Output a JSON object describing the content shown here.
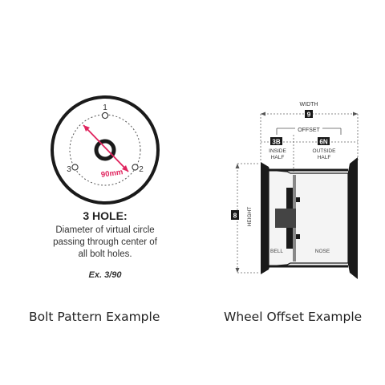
{
  "bolt_pattern": {
    "holes": [
      "1",
      "2",
      "3"
    ],
    "measurement": "90mm",
    "heading": "3 HOLE:",
    "description_lines": [
      "Diameter of virtual circle",
      "passing through center of",
      "all bolt holes."
    ],
    "example": "Ex. 3/90",
    "caption": "Bolt Pattern Example",
    "accent_color": "#e0245e"
  },
  "wheel_offset": {
    "width_label": "WIDTH",
    "width_value": "9",
    "offset_label": "OFFSET",
    "inside_value": "3B",
    "inside_label_1": "INSIDE",
    "inside_label_2": "HALF",
    "outside_value": "6N",
    "outside_label_1": "OUTSIDE",
    "outside_label_2": "HALF",
    "height_label": "HEIGHT",
    "height_value": "8",
    "bell_label": "BELL",
    "nose_label": "NOSE",
    "caption": "Wheel Offset Example"
  }
}
